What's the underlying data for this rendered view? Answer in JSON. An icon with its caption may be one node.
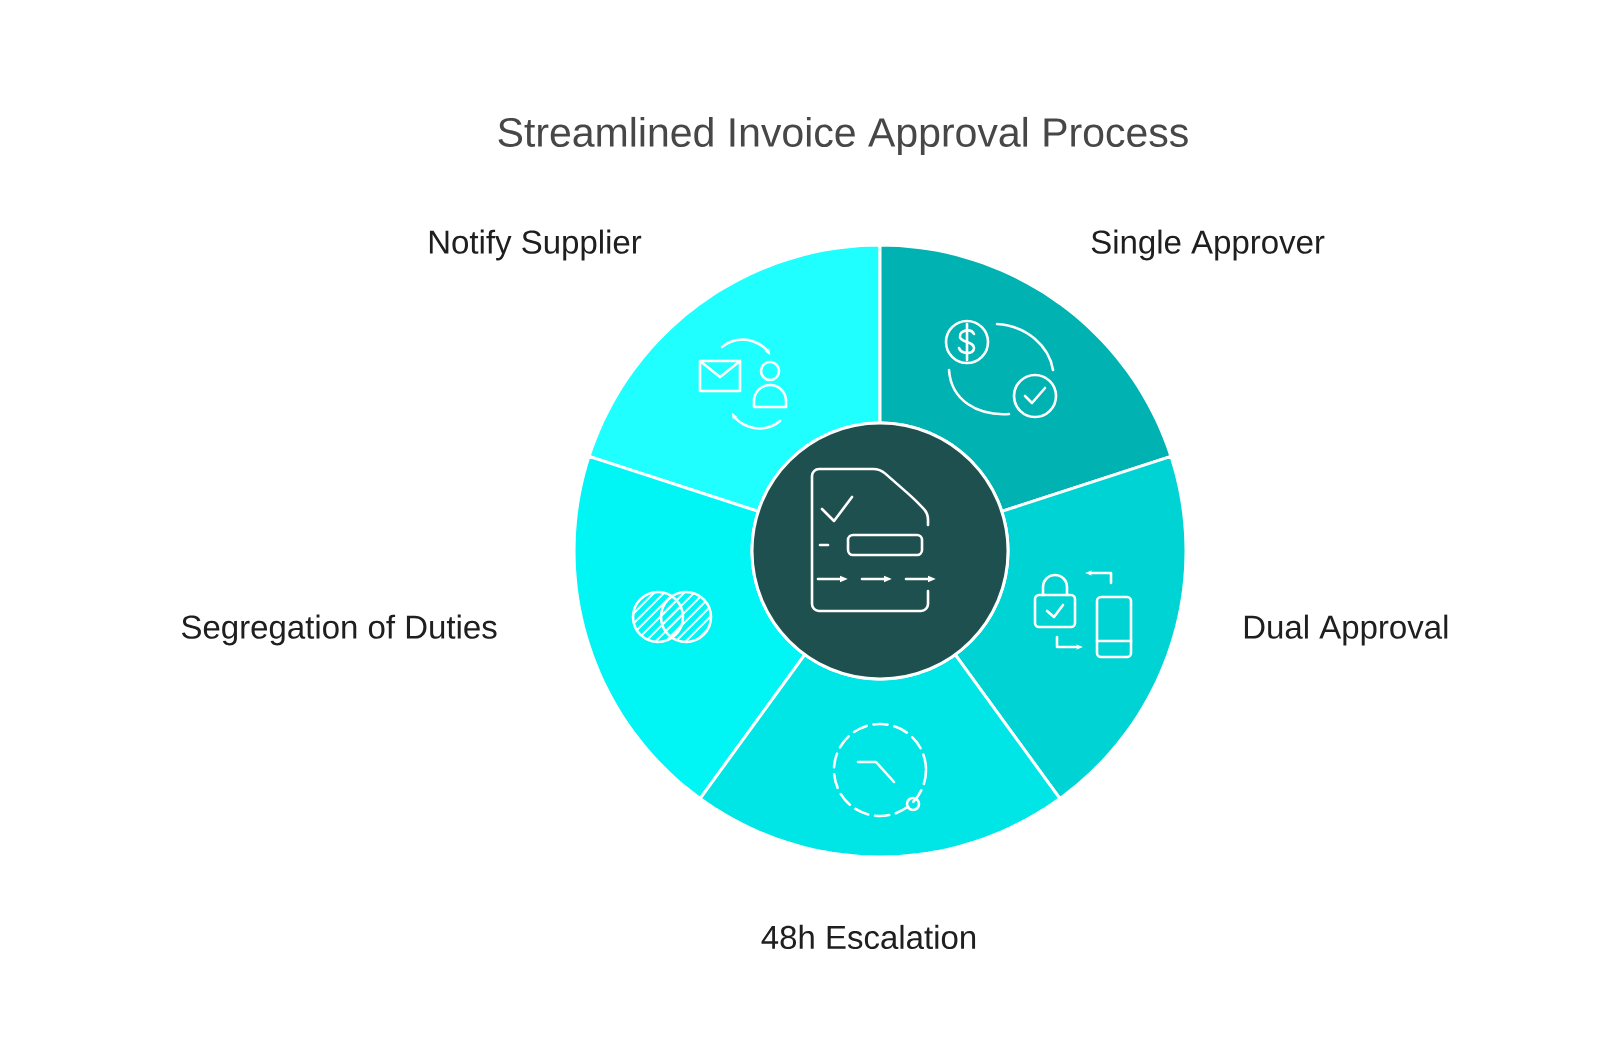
{
  "diagram": {
    "title": "Streamlined Invoice Approval Process",
    "nodes": [
      {
        "text": [
          "Notify Supplier"
        ]
      },
      {
        "text": [
          "Single Approver"
        ]
      },
      {
        "text": [
          "Segregation of Duties"
        ]
      },
      {
        "text": [
          "Dual Approval"
        ]
      },
      {
        "text": [
          "48h Escalation"
        ]
      },
      {
        "text": [],
        "shape": "circle"
      }
    ]
  }
}
